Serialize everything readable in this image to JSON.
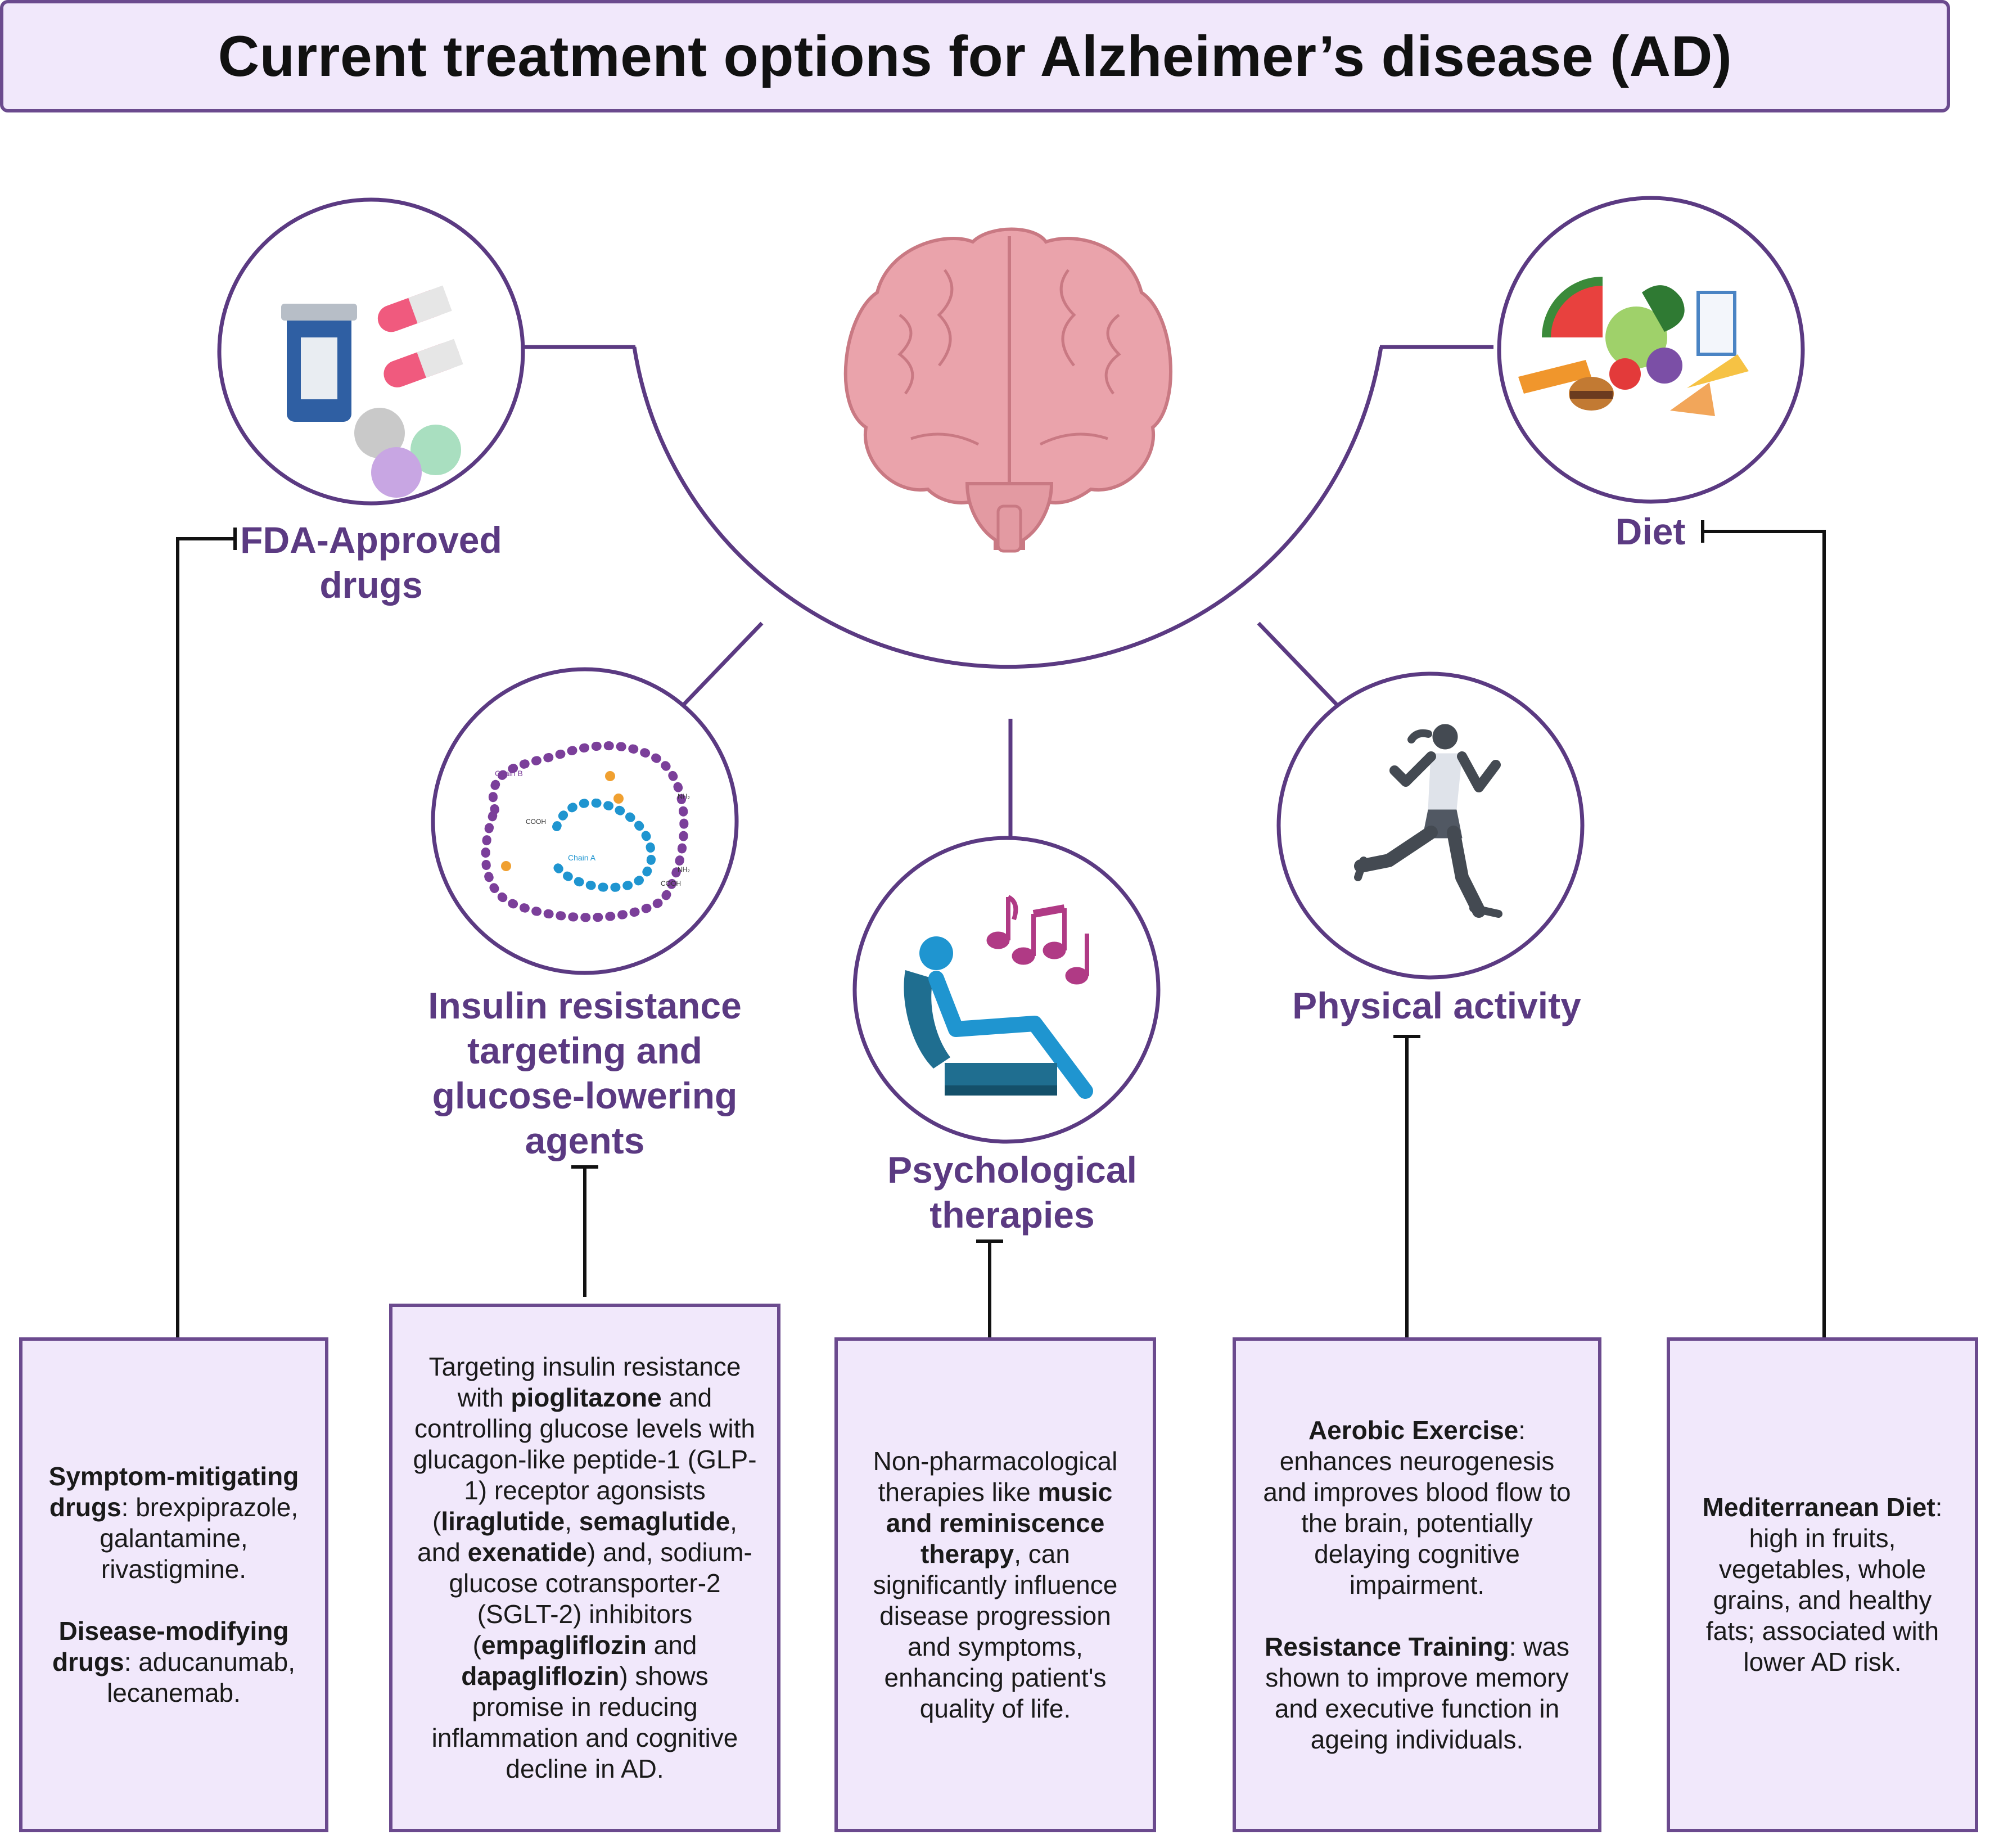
{
  "title": "Current treatment options for Alzheimer’s disease (AD)",
  "colors": {
    "accent": "#5b3a82",
    "border": "#6b4a8e",
    "fill": "#f1e8fb"
  },
  "nodes": {
    "fda": {
      "label": "FDA-Approved drugs",
      "icon": "pills-icon"
    },
    "insulin": {
      "label": "Insulin resistance targeting and glucose-lowering agents",
      "icon": "insulin-chain-icon",
      "chain_b": "Chain B",
      "chain_a": "Chain A",
      "cooh": "COOH",
      "nh2": "NH₂"
    },
    "psych": {
      "label": "Psychological therapies",
      "icon": "music-therapy-icon"
    },
    "physical": {
      "label": "Physical activity",
      "icon": "runner-icon"
    },
    "diet": {
      "label": "Diet",
      "icon": "food-icon"
    }
  },
  "boxes": {
    "fda": {
      "p1_bold": "Symptom-mitigating drugs",
      "p1_rest": ": brexpiprazole, galantamine, rivastigmine.",
      "p2_bold": "Disease-modifying drugs",
      "p2_rest": ": aducanumab, lecanemab."
    },
    "insulin": {
      "t1": "Targeting insulin resistance with ",
      "b1": "pioglitazone",
      "t2": " and controlling glucose levels with glucagon-like peptide-1 (GLP-1) receptor agonsists (",
      "b2": "liraglutide",
      "t3": ", ",
      "b3": "semaglutide",
      "t4": ", and ",
      "b4": "exenatide",
      "t5": ") and, sodium-glucose cotransporter-2 (SGLT-2) inhibitors (",
      "b5": "empagliflozin",
      "t6": " and ",
      "b6": "dapagliflozin",
      "t7": ") shows promise in reducing inflammation and cognitive decline in AD."
    },
    "psych": {
      "t1": "Non-pharmacological therapies like ",
      "b1": "music and reminiscence therapy",
      "t2": ", can significantly influence disease progression and symptoms, enhancing patient's quality of life."
    },
    "physical": {
      "p1_bold": "Aerobic Exercise",
      "p1_rest": ": enhances neurogenesis and improves blood flow to the brain, potentially delaying cognitive impairment.",
      "p2_bold": "Resistance Training",
      "p2_rest": ": was shown to improve memory and executive function in ageing individuals."
    },
    "diet": {
      "p1_bold": "Mediterranean Diet",
      "p1_rest": ": high in fruits, vegetables, whole grains, and healthy fats; associated with lower AD risk."
    }
  }
}
